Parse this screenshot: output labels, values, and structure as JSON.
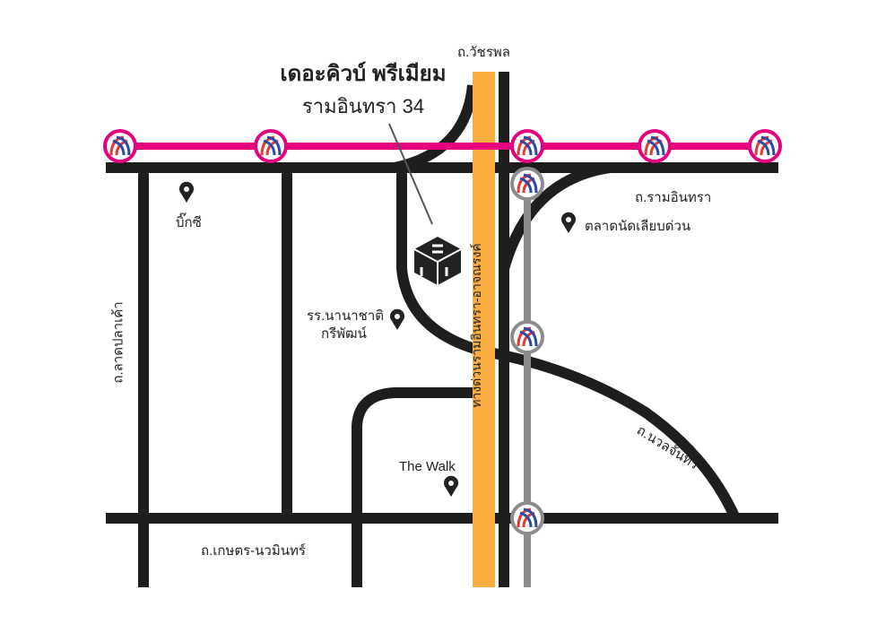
{
  "title": {
    "line1": "เดอะคิวบ์ พรีเมียม",
    "line2": "รามอินทรา 34"
  },
  "roads": {
    "watcharaphon": "ถ.วัชรพล",
    "ram_inthra": "ถ.รามอินทรา",
    "lat_pla_khao": "ถ.ลาดปลาเค้า",
    "kaset_nawamin": "ถ.เกษตร-นวมินทร์",
    "nuanchan": "ถ.นวลจันทร์",
    "expressway": "ทางด่วนรามอินทรา-อาจณรงค์"
  },
  "places": {
    "big_c": "บิ๊กซี",
    "market": "ตลาดนัดเลียบด่วน",
    "school_line1": "รร.นานาชาติ",
    "school_line2": "กรีพัฒน์",
    "the_walk": "The Walk"
  },
  "colors": {
    "pink_line": "#e6007e",
    "gray_line": "#8c8c8c",
    "expressway": "#f9ae3f",
    "road": "#1e1e1e"
  }
}
